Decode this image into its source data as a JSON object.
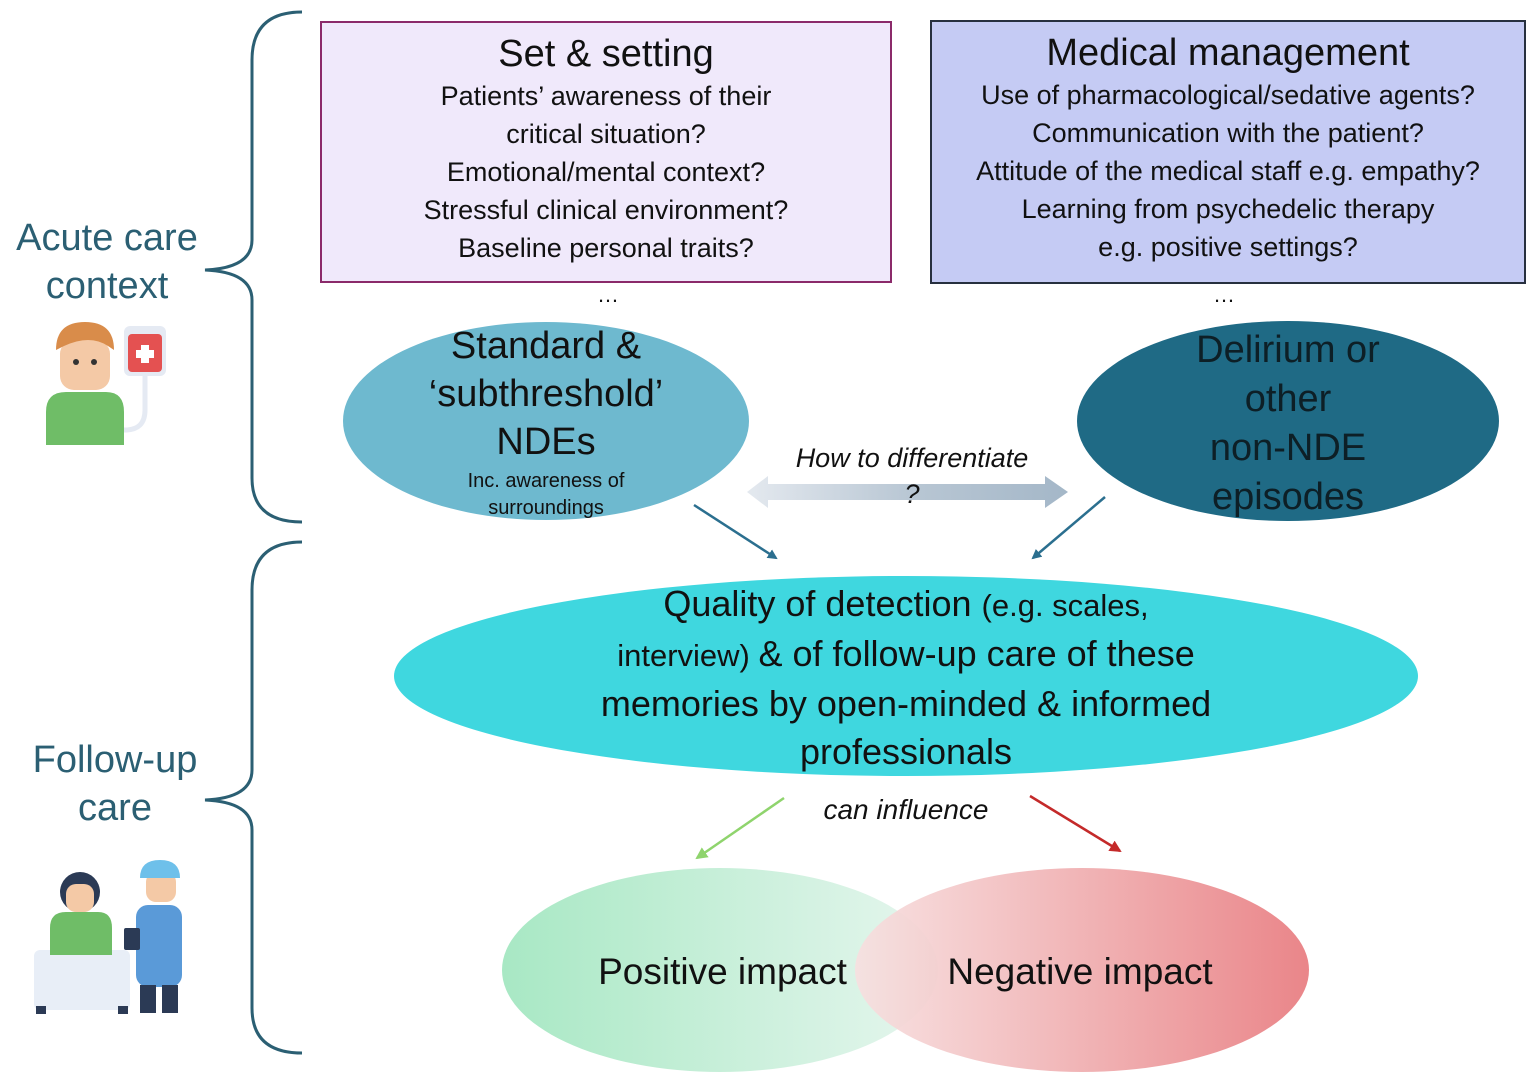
{
  "left_labels": {
    "acute": [
      "Acute care",
      "context"
    ],
    "followup": [
      "Follow-up",
      "care"
    ]
  },
  "set_setting": {
    "title": "Set & setting",
    "lines": [
      "Patients’ awareness of their",
      "critical situation?",
      "Emotional/mental context?",
      "Stressful clinical environment?",
      "Baseline personal traits?"
    ],
    "ellipsis": "…"
  },
  "medical": {
    "title": "Medical management",
    "lines": [
      "Use of pharmacological/sedative agents?",
      "Communication with the patient?",
      "Attitude of the medical staff e.g. empathy?",
      "Learning from psychedelic therapy",
      "e.g. positive settings?"
    ],
    "ellipsis": "…"
  },
  "nde_ellipse": {
    "lines": [
      "Standard &",
      "‘subthreshold’",
      "NDEs"
    ],
    "sub": [
      "Inc. awareness of",
      "surroundings"
    ]
  },
  "delirium_ellipse": {
    "lines": [
      "Delirium or",
      "other",
      "non-NDE",
      "episodes"
    ]
  },
  "differentiate": [
    "How to differentiate",
    "?"
  ],
  "quality_ellipse": {
    "lines": [
      {
        "main": "Quality of detection ",
        "small": "(e.g. scales,"
      },
      {
        "small": "interview) ",
        "main": "& of follow-up care of these"
      },
      {
        "main": "memories by open-minded & informed"
      },
      {
        "main": "professionals"
      }
    ]
  },
  "influence": "can influence",
  "positive": "Positive impact",
  "negative": "Negative impact",
  "colors": {
    "set_fill": "#f0e9fb",
    "set_border": "#8b2a6a",
    "med_fill": "#c5cbf4",
    "med_border": "#27303f",
    "nde": "#6eb9cf",
    "delirium": "#1f6a85",
    "quality": "#3fd7df",
    "brace": "#2b5f73",
    "green_arrow": "#8fd46d",
    "red_arrow": "#c42a2a"
  }
}
